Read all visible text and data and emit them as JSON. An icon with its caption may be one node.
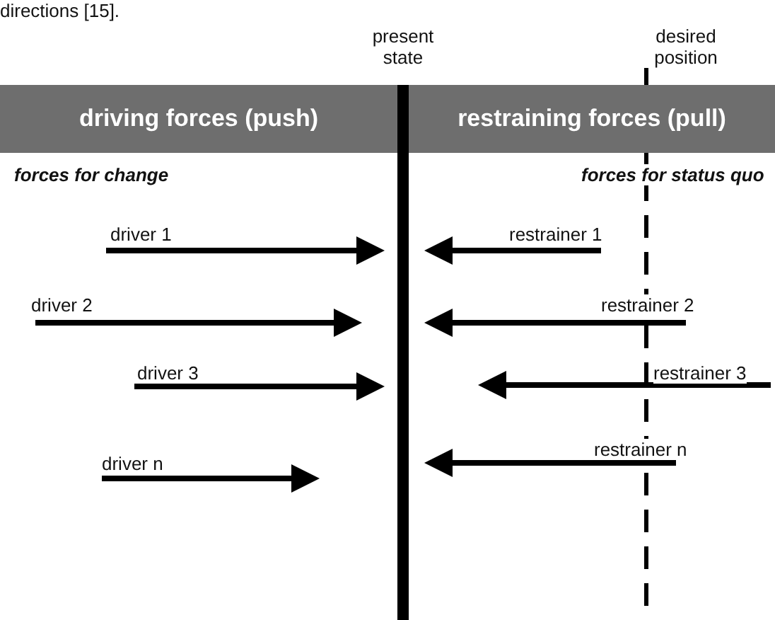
{
  "diagram": {
    "nodes": [
      {
        "text": [
          "driving forces (push)"
        ]
      },
      {
        "text": [
          "restraining forces (pull)"
        ]
      }
    ],
    "labels": [
      "directions [15].",
      "present state",
      "desired position",
      "forces for change",
      "forces for status quo",
      "driver 1",
      "restrainer 1",
      "driver 2",
      "restrainer 2",
      "driver 3",
      "restrainer 3",
      "driver n",
      "restrainer n"
    ]
  }
}
